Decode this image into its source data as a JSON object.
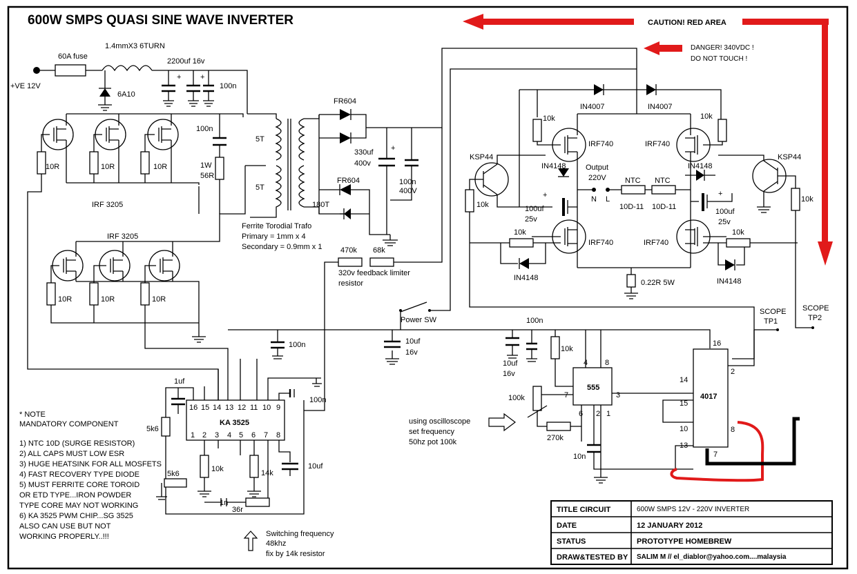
{
  "title": "600W SMPS QUASI SINE WAVE INVERTER",
  "caution": "CAUTION! RED AREA",
  "danger": [
    "DANGER! 340VDC !",
    "DO NOT TOUCH !"
  ],
  "input": {
    "terminal": "+VE 12V",
    "fuse": "60A fuse",
    "inductor": "1.4mmX3 6TURN",
    "diode": "6A10",
    "caps": "2200uf 16v",
    "cap100n": "100n"
  },
  "mosfets_top": {
    "label": "IRF 3205",
    "resistors": [
      "10R",
      "10R",
      "10R"
    ]
  },
  "mosfets_bottom": {
    "label": "IRF 3205",
    "resistors": [
      "10R",
      "10R",
      "10R"
    ]
  },
  "snubber": {
    "cap": "100n",
    "res1": "1W",
    "res2": "56R"
  },
  "transformer": {
    "primary_turns": [
      "5T",
      "5T"
    ],
    "secondary_turns": "180T",
    "caption": [
      "Ferrite Torodial Trafo",
      "Primary =   1mm  x 4",
      "Secondary = 0.9mm x 1"
    ]
  },
  "rectifier": {
    "diode1": "FR604",
    "diode2": "FR604",
    "cap1": [
      "330uf",
      "400v"
    ],
    "cap2": [
      "100n",
      "400V"
    ]
  },
  "feedback": {
    "r1": "470k",
    "r2": "68k",
    "caption": [
      "320v feedback limiter",
      "resistor"
    ]
  },
  "power_switch": "Power SW",
  "hbridge": {
    "top_diodes": [
      "IN4007",
      "IN4007"
    ],
    "mosfets": [
      "IRF740",
      "IRF740",
      "IRF740",
      "IRF740"
    ],
    "resistors_10k": [
      "10k",
      "10k",
      "10k",
      "10k",
      "10k",
      "10k"
    ],
    "diodes_in4148": [
      "IN4148",
      "IN4148",
      "IN4148",
      "IN4148"
    ],
    "transistors": [
      "KSP44",
      "KSP44"
    ],
    "output": [
      "Output",
      "220V"
    ],
    "terminals": [
      "N",
      "L"
    ],
    "ntc": [
      [
        "NTC",
        "10D-11"
      ],
      [
        "NTC",
        "10D-11"
      ]
    ],
    "caps": [
      [
        "100uf",
        "25v"
      ],
      [
        "100uf",
        "25v"
      ]
    ],
    "sense_res": "0.22R 5W",
    "plus": "+"
  },
  "scope": {
    "tp1": [
      "SCOPE",
      "TP1"
    ],
    "tp2": [
      "SCOPE",
      "TP2"
    ]
  },
  "supply_caps": {
    "c1": "100n",
    "c2": [
      "10uf",
      "16v"
    ],
    "c3": "100n",
    "c4": [
      "10uf",
      "16v"
    ]
  },
  "timer555": {
    "label": "555",
    "pins": [
      "4",
      "8",
      "7",
      "3",
      "6",
      "2",
      "1"
    ],
    "r_top": "10k",
    "pot": "100k",
    "r_bottom": "270k",
    "cap": "10n"
  },
  "counter4017": {
    "label": "4017",
    "pins": [
      "16",
      "14",
      "15",
      "10",
      "13",
      "2",
      "8",
      "7"
    ]
  },
  "osc_note": [
    "using oscilloscope",
    "set frequency",
    "50hz pot 100k"
  ],
  "ka3525": {
    "label": "KA 3525",
    "pins_top": [
      "16",
      "15",
      "14",
      "13",
      "12",
      "11",
      "10",
      "9"
    ],
    "pins_bottom": [
      "1",
      "2",
      "3",
      "4",
      "5",
      "6",
      "7",
      "8"
    ],
    "c_1uf": "1uf",
    "c_100n": "100n",
    "r_5k6a": "5k6",
    "r_10k": "10k",
    "r_14k": "14k",
    "c_1n": "1n",
    "r_36r": "36r",
    "r_5k6b": "5k6",
    "c_10uf": "10uf"
  },
  "switch_note": [
    "Switching frequency",
    "48khz",
    "fix by 14k resistor"
  ],
  "notes": [
    "* NOTE",
    "MANDATORY COMPONENT",
    "1) NTC 10D (SURGE RESISTOR)",
    "2) ALL CAPS MUST LOW ESR",
    "3) HUGE HEATSINK FOR ALL MOSFETS",
    "4) FAST RECOVERY TYPE DIODE",
    "5) MUST FERRITE CORE TOROID",
    "    OR ETD TYPE...IRON POWDER",
    "    TYPE CORE MAY NOT WORKING",
    "6) KA 3525 PWM CHIP...SG 3525",
    "    ALSO CAN USE BUT NOT",
    "    WORKING PROPERLY..!!!"
  ],
  "title_block": [
    {
      "key": "TITLE CIRCUIT",
      "value": "600W SMPS 12V - 220V INVERTER"
    },
    {
      "key": "DATE",
      "value": "12 JANUARY 2012"
    },
    {
      "key": "STATUS",
      "value": "PROTOTYPE HOMEBREW"
    },
    {
      "key": "DRAW&TESTED BY",
      "value": "SALIM M // el_diablor@yahoo.com....malaysia"
    }
  ],
  "colors": {
    "danger": "#e11a1a",
    "wire": "#000000"
  }
}
